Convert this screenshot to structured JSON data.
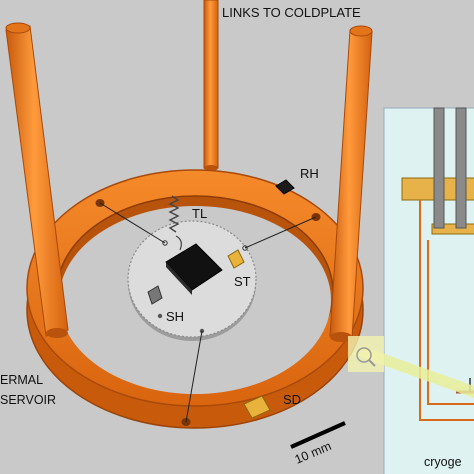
{
  "labels": {
    "links_to_coldplate": "LINKS TO COLDPLATE",
    "rh": "RH",
    "tl": "TL",
    "st": "ST",
    "sh": "SH",
    "sd": "SD",
    "thermal": "ERMAL",
    "reservoir": "SERVOIR",
    "scale_bar": "10 mm",
    "cryogen": "cryoge"
  },
  "colors": {
    "background": "#c9c9c9",
    "copper": "#f07a1c",
    "copper_dark": "#c85a0c",
    "copper_light": "#ff9a3c",
    "plate": "#d8d8d8",
    "inset_bg": "#dff2f2",
    "inset_gold": "#e8b24a",
    "zoom_cone": "#e9ee9a"
  }
}
